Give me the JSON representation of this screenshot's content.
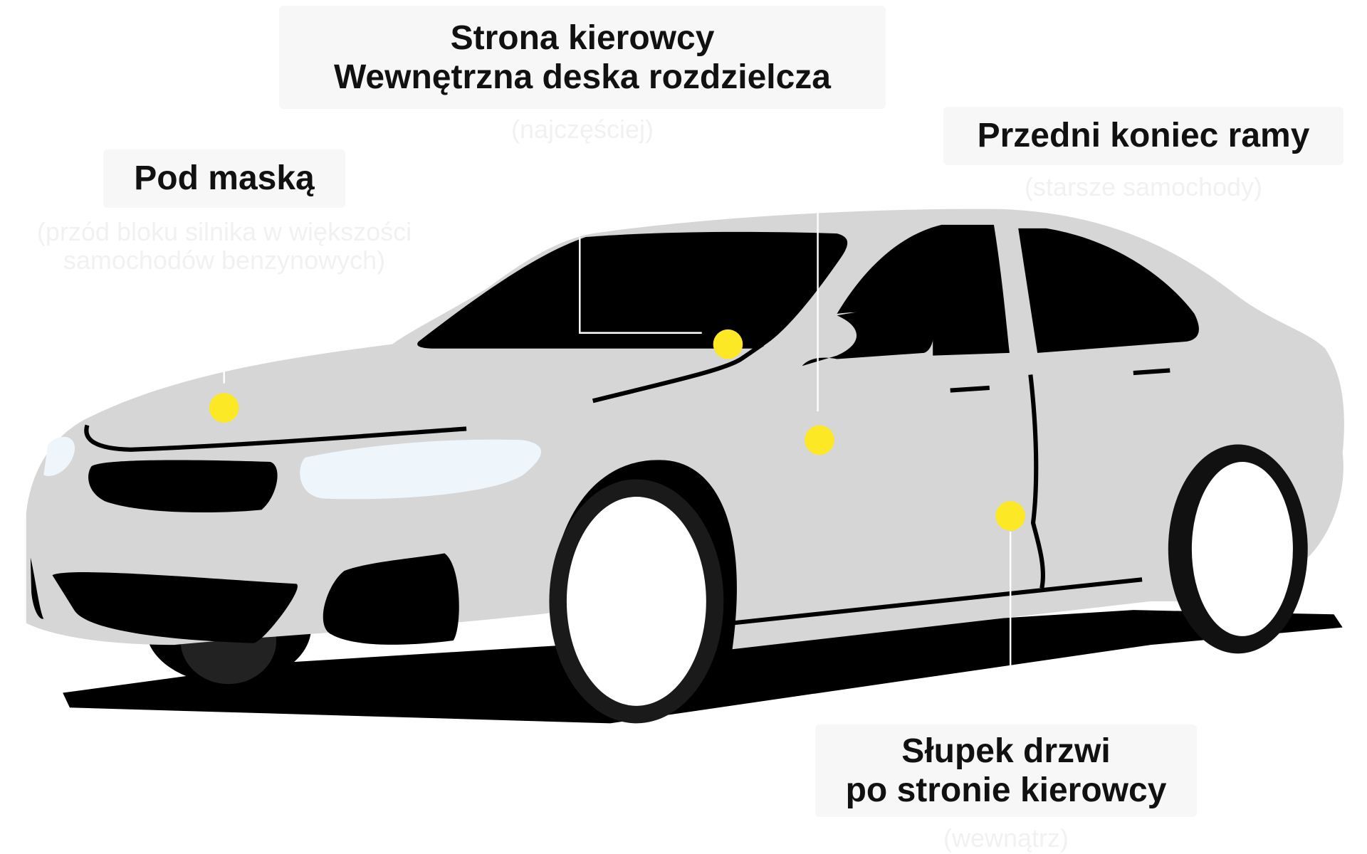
{
  "diagram": {
    "subject": "car-side-front-view",
    "colors": {
      "body": "#d6d6d6",
      "glass": "#000000",
      "headlight": "#eef6fc",
      "marker": "#fde825",
      "shadow": "#000000",
      "label_bg": "#f7f7f7",
      "label_text": "#111111",
      "sublabel_text": "#f1f1f1"
    },
    "labels": [
      {
        "id": "dashboard",
        "title_line1": "Strona kierowcy",
        "title_line2": "Wewnętrzna deska rozdzielcza",
        "note": "(najczęściej)"
      },
      {
        "id": "frame",
        "title_line1": "Przedni koniec ramy",
        "note": "(starsze samochody)"
      },
      {
        "id": "hood",
        "title_line1": "Pod maską",
        "note_line1": "(przód bloku silnika w większości",
        "note_line2": "samochodów benzynowych)"
      },
      {
        "id": "door-pillar",
        "title_line1": "Słupek drzwi",
        "title_line2": "po stronie kierowcy",
        "note": "(wewnątrz)"
      }
    ]
  }
}
